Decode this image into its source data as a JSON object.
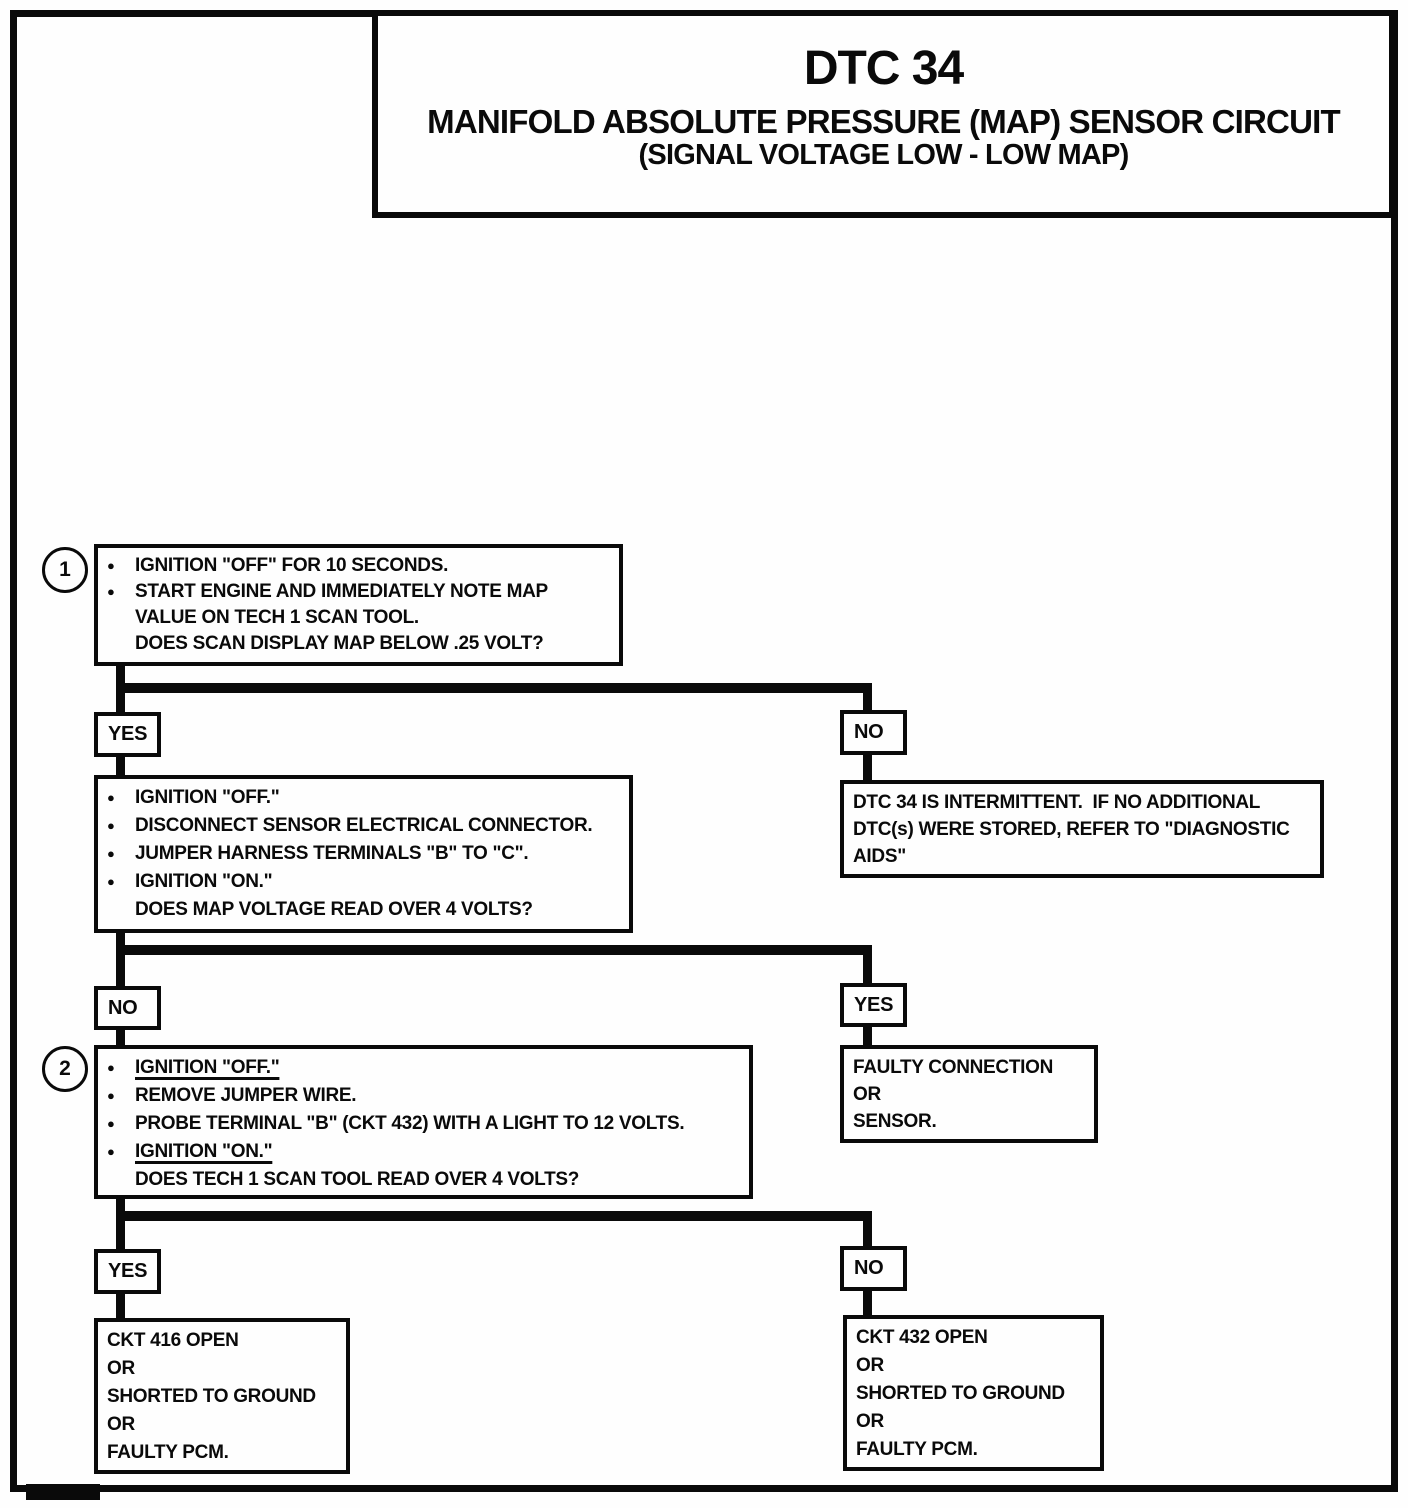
{
  "title": {
    "code": "DTC 34",
    "line1": "MANIFOLD ABSOLUTE PRESSURE (MAP) SENSOR CIRCUIT",
    "line2": "(SIGNAL VOLTAGE LOW - LOW MAP)"
  },
  "icons": {
    "bullet": "●"
  },
  "markers": {
    "step1": "1",
    "step2": "2"
  },
  "decisions": {
    "d1_left": "YES",
    "d1_right": "NO",
    "d2_left": "NO",
    "d2_right": "YES",
    "d3_left": "YES",
    "d3_right": "NO"
  },
  "boxes": {
    "step1": {
      "lines": [
        "IGNITION \"OFF\" FOR 10 SECONDS.",
        "START ENGINE AND IMMEDIATELY NOTE MAP",
        "VALUE ON TECH 1 SCAN TOOL.",
        "DOES SCAN DISPLAY MAP BELOW .25 VOLT?"
      ]
    },
    "check_jumper": {
      "lines": [
        "IGNITION \"OFF.\"",
        "DISCONNECT SENSOR ELECTRICAL CONNECTOR.",
        "JUMPER HARNESS TERMINALS \"B\" TO \"C\".",
        "IGNITION \"ON.\"",
        "DOES MAP VOLTAGE READ OVER 4 VOLTS?"
      ]
    },
    "intermittent": {
      "lines": [
        "DTC 34 IS INTERMITTENT.  IF NO ADDITIONAL",
        "DTC(s) WERE STORED, REFER TO \"DIAGNOSTIC",
        "AIDS\""
      ]
    },
    "step2": {
      "lines": [
        "IGNITION \"OFF.\"",
        "REMOVE JUMPER WIRE.",
        "PROBE TERMINAL \"B\" (CKT 432) WITH A LIGHT TO 12 VOLTS.",
        "IGNITION \"ON.\"",
        "DOES TECH 1 SCAN TOOL READ OVER 4 VOLTS?"
      ]
    },
    "faulty_connection": {
      "lines": [
        "FAULTY CONNECTION",
        "OR",
        "SENSOR."
      ]
    },
    "ckt416": {
      "lines": [
        "CKT 416 OPEN",
        "OR",
        "SHORTED TO GROUND",
        "OR",
        "FAULTY PCM."
      ]
    },
    "ckt432": {
      "lines": [
        "CKT 432 OPEN",
        "OR",
        "SHORTED TO GROUND",
        "OR",
        "FAULTY PCM."
      ]
    }
  }
}
